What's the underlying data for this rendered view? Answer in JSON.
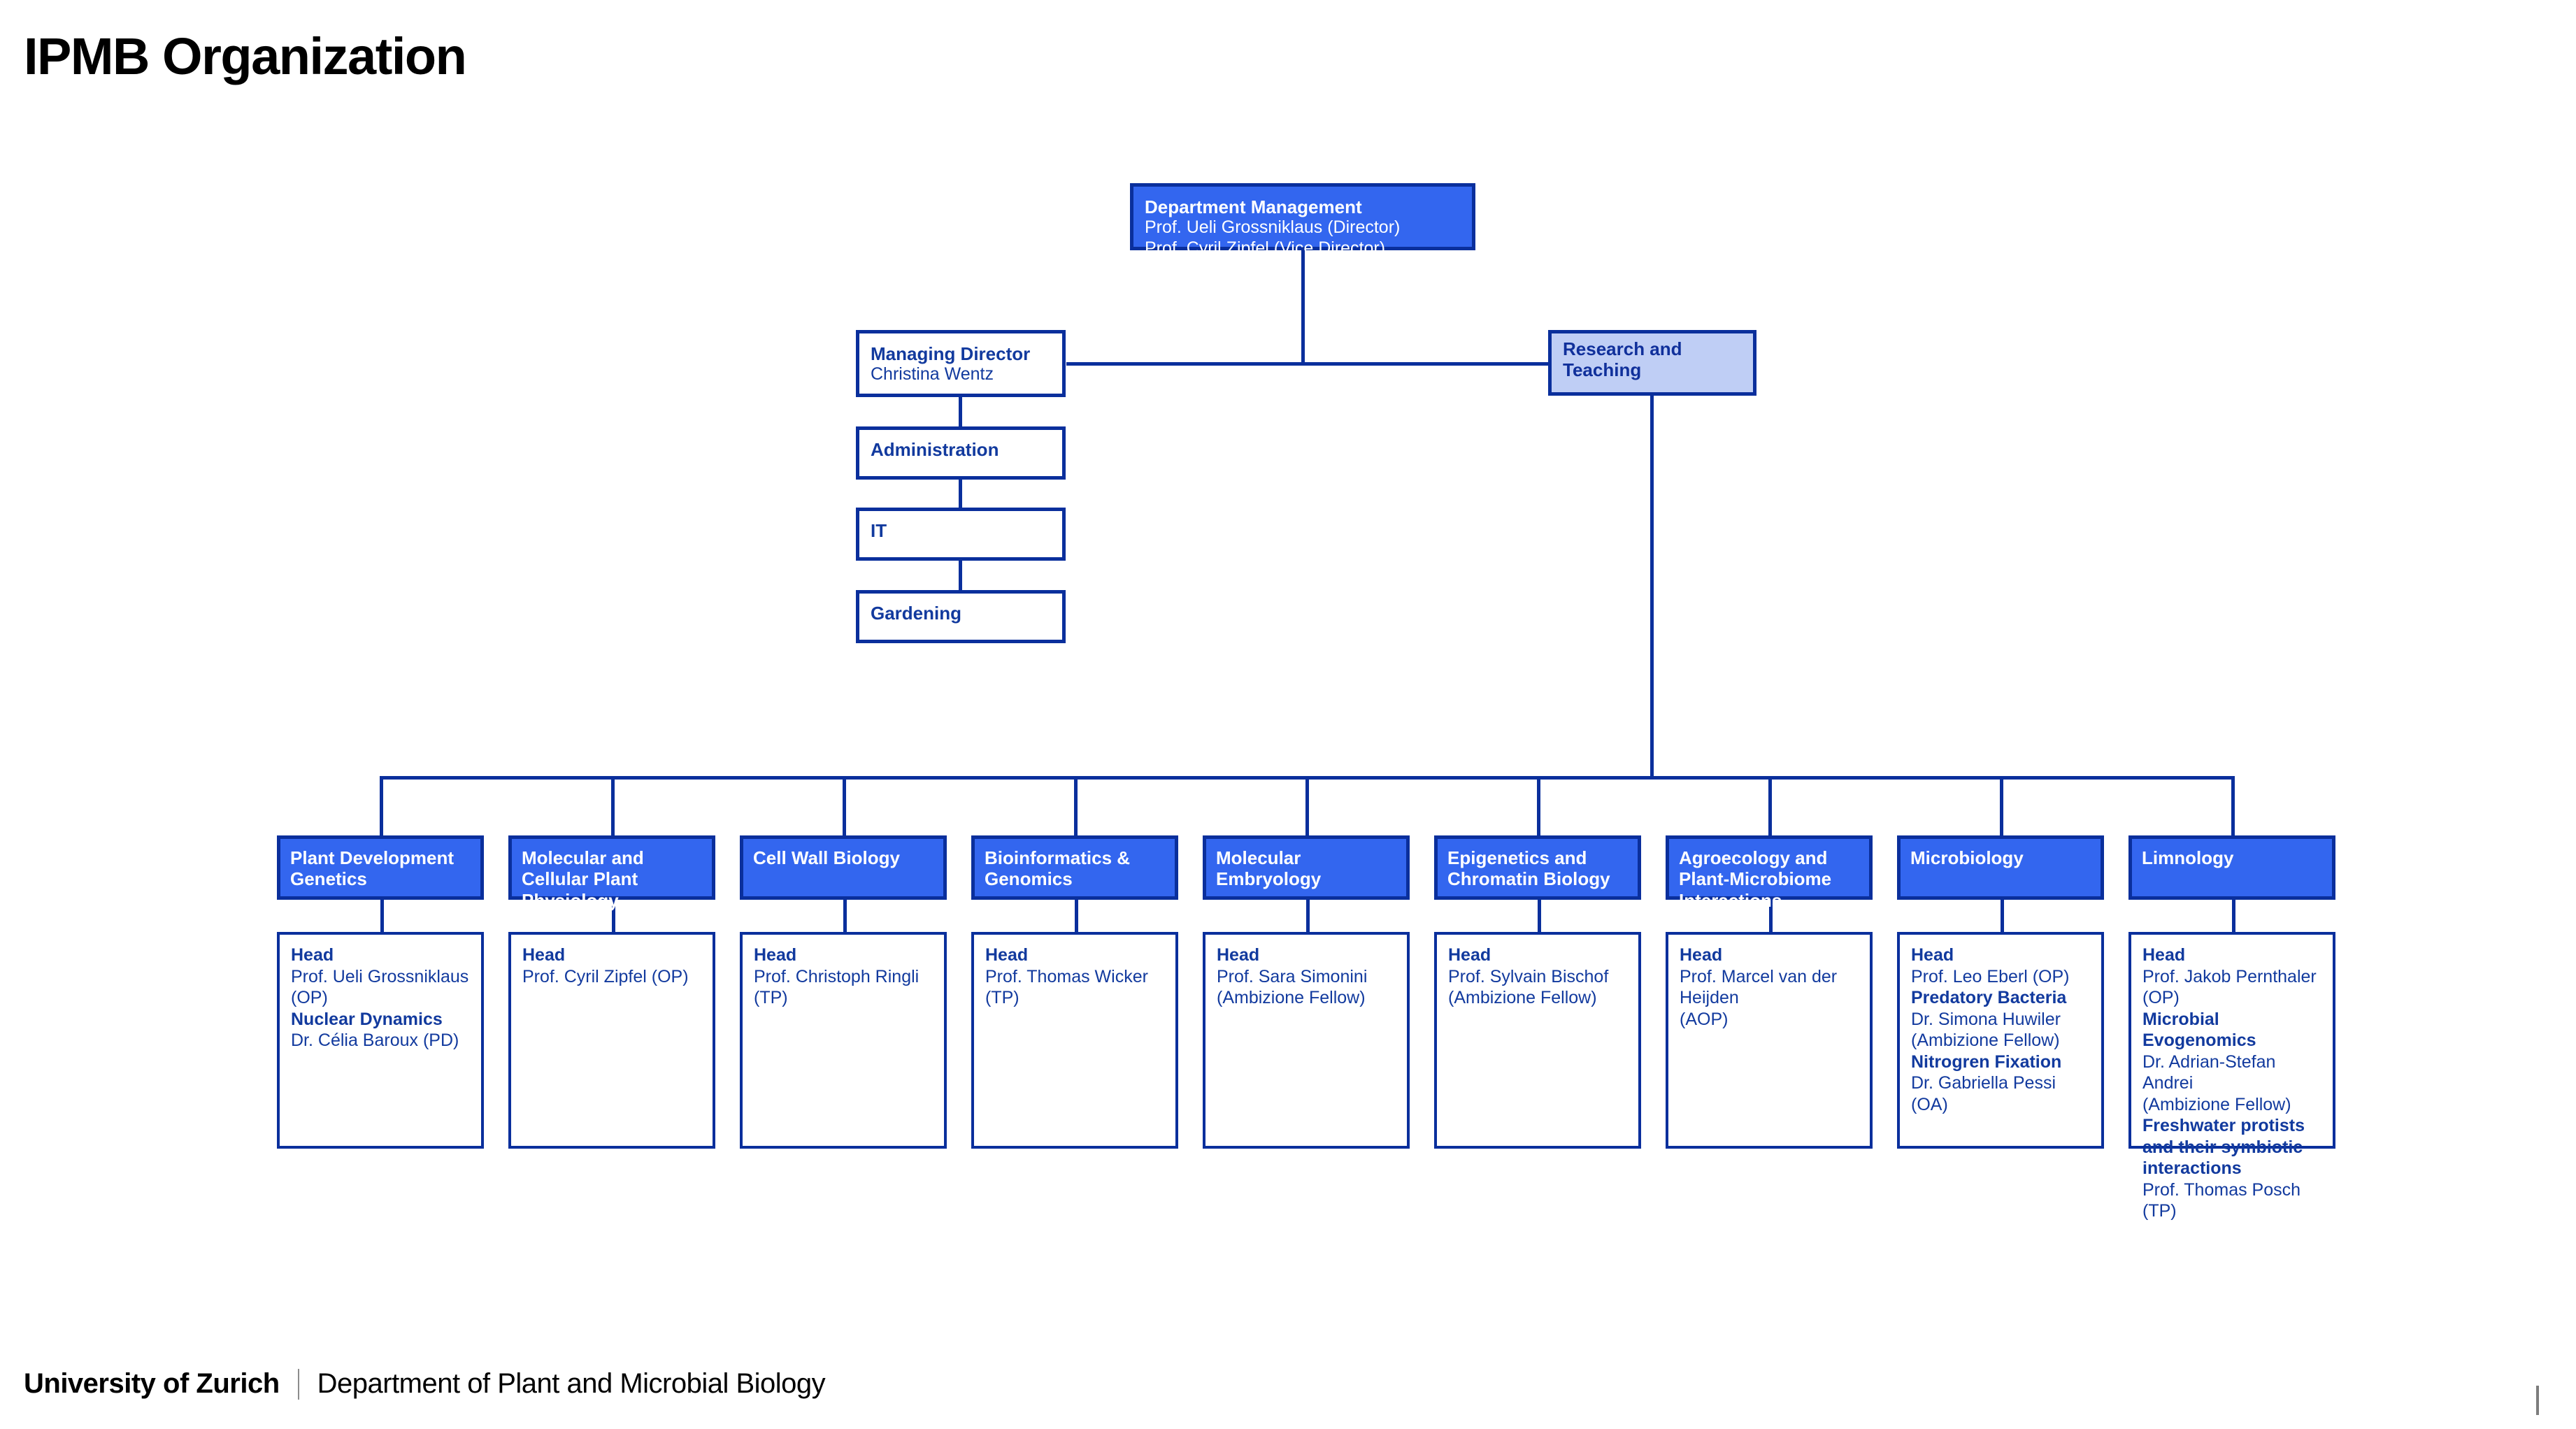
{
  "page": {
    "title": "IPMB Organization",
    "accent_blue": "#3366ef",
    "border_navy": "#0a2f9c",
    "light_blue": "#bfcef5",
    "text_navy": "#123a9e"
  },
  "top": {
    "title": "Department Management",
    "line1": "Prof. Ueli Grossniklaus (Director)",
    "line2": "Prof. Cyril Zipfel (Vice Director)"
  },
  "admin_branch": [
    {
      "title": "Managing Director",
      "subtitle": "Christina Wentz"
    },
    {
      "title": "Administration",
      "subtitle": ""
    },
    {
      "title": "IT",
      "subtitle": ""
    },
    {
      "title": "Gardening",
      "subtitle": ""
    }
  ],
  "research": {
    "title": "Research and Teaching"
  },
  "units": [
    {
      "name": "Plant Development Genetics",
      "entries": [
        {
          "role": "Head",
          "person": "Prof. Ueli Grossniklaus (OP)"
        },
        {
          "role": "Nuclear Dynamics",
          "person": "Dr. Célia Baroux (PD)"
        }
      ]
    },
    {
      "name": "Molecular and Cellular Plant Physiology",
      "entries": [
        {
          "role": "Head",
          "person": "Prof. Cyril Zipfel (OP)"
        }
      ]
    },
    {
      "name": "Cell Wall Biology",
      "entries": [
        {
          "role": "Head",
          "person": "Prof. Christoph Ringli (TP)"
        }
      ]
    },
    {
      "name": "Bioinformatics & Genomics",
      "entries": [
        {
          "role": "Head",
          "person": "Prof. Thomas Wicker (TP)"
        }
      ]
    },
    {
      "name": "Molecular Embryology",
      "entries": [
        {
          "role": "Head",
          "person": "Prof. Sara Simonini\n(Ambizione Fellow)"
        }
      ]
    },
    {
      "name": "Epigenetics and Chromatin Biology",
      "entries": [
        {
          "role": "Head",
          "person": "Prof. Sylvain Bischof\n(Ambizione Fellow)"
        }
      ]
    },
    {
      "name": "Agroecology and Plant-Microbiome Interactions",
      "entries": [
        {
          "role": "Head",
          "person": "Prof. Marcel van der Heijden\n(AOP)"
        }
      ]
    },
    {
      "name": "Microbiology",
      "entries": [
        {
          "role": "Head",
          "person": "Prof. Leo Eberl (OP)"
        },
        {
          "role": "Predatory Bacteria",
          "person": "Dr. Simona Huwiler\n(Ambizione Fellow)"
        },
        {
          "role": "Nitrogren Fixation",
          "person": "Dr. Gabriella Pessi (OA)"
        }
      ]
    },
    {
      "name": "Limnology",
      "entries": [
        {
          "role": "Head",
          "person": "Prof. Jakob Pernthaler (OP)"
        },
        {
          "role": "Microbial Evogenomics",
          "person": "Dr. Adrian-Stefan Andrei\n(Ambizione Fellow)"
        },
        {
          "role": "Freshwater protists and their symbiotic interactions",
          "person": "Prof. Thomas Posch (TP)"
        }
      ]
    }
  ],
  "footer": {
    "university": "University of Zurich",
    "department": "Department of Plant and Microbial Biology"
  }
}
